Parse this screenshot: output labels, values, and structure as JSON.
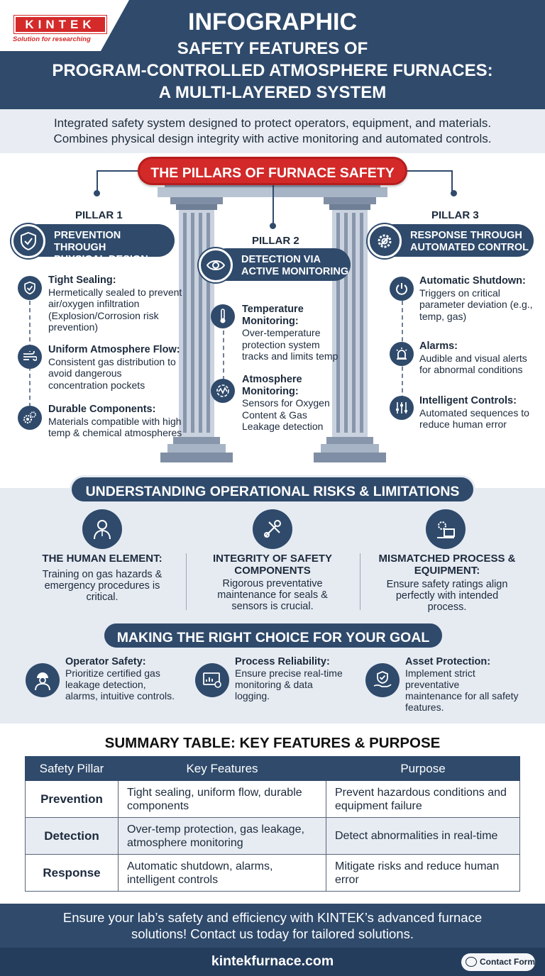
{
  "header": {
    "logo": "KINTEK",
    "tagline": "Solution for researching",
    "title_line1": "INFOGRAPHIC",
    "title_line2": "SAFETY FEATURES OF",
    "title_line3": "PROGRAM-CONTROLLED ATMOSPHERE FURNACES:",
    "title_line4": "A MULTI-LAYERED SYSTEM"
  },
  "intro": {
    "line1": "Integrated safety system designed to protect operators, equipment, and materials.",
    "line2": "Combines physical design integrity with active monitoring and automated controls."
  },
  "pillars": {
    "banner": "THE PILLARS OF FURNACE SAFETY",
    "p1": {
      "label": "PILLAR 1",
      "title1": "PREVENTION THROUGH",
      "title2": "PHYSICAL DESIGN",
      "features": [
        {
          "title": "Tight Sealing:",
          "text": "Hermetically sealed to prevent air/oxygen infiltration (Explosion/Corrosion risk prevention)",
          "icon": "shield-check-icon"
        },
        {
          "title": "Uniform Atmosphere Flow:",
          "text": "Consistent gas distribution to avoid dangerous concentration pockets",
          "icon": "wind-flow-icon"
        },
        {
          "title": "Durable Components:",
          "text": "Materials compatible with high temp & chemical atmospheres",
          "icon": "gears-icon"
        }
      ]
    },
    "p2": {
      "label": "PILLAR 2",
      "title1": "DETECTION VIA",
      "title2": "ACTIVE MONITORING",
      "features": [
        {
          "title": "Temperature Monitoring:",
          "text": "Over-temperature protection system tracks and limits temp",
          "icon": "thermometer-icon"
        },
        {
          "title": "Atmosphere Monitoring:",
          "text": "Sensors for Oxygen Content & Gas Leakage detection",
          "icon": "gas-sensor-icon"
        }
      ]
    },
    "p3": {
      "label": "PILLAR 3",
      "title1": "RESPONSE THROUGH",
      "title2": "AUTOMATED CONTROL",
      "features": [
        {
          "title": "Automatic Shutdown:",
          "text": "Triggers on critical parameter deviation (e.g., temp, gas)",
          "icon": "power-icon"
        },
        {
          "title": "Alarms:",
          "text": "Audible and visual alerts for abnormal conditions",
          "icon": "alarm-light-icon"
        },
        {
          "title": "Intelligent Controls:",
          "text": "Automated sequences to reduce human error",
          "icon": "sliders-icon"
        }
      ]
    }
  },
  "risks": {
    "heading": "UNDERSTANDING OPERATIONAL RISKS & LIMITATIONS",
    "items": [
      {
        "title": "THE HUMAN ELEMENT:",
        "text": "Training on gas hazards & emergency procedures is critical.",
        "icon": "operator-icon"
      },
      {
        "title": "INTEGRITY OF SAFETY COMPONENTS",
        "text": "Rigorous preventative maintenance for seals & sensors is crucial.",
        "icon": "tools-icon"
      },
      {
        "title": "MISMATCHED PROCESS & EQUIPMENT:",
        "text": "Ensure safety ratings align perfectly with intended process.",
        "icon": "process-equipment-icon"
      }
    ]
  },
  "goals": {
    "heading": "MAKING THE RIGHT CHOICE FOR YOUR GOAL",
    "items": [
      {
        "title": "Operator Safety:",
        "text": "Prioritize certified gas leakage detection, alarms, intuitive controls.",
        "icon": "hard-hat-worker-icon"
      },
      {
        "title": "Process Reliability:",
        "text": "Ensure precise real-time monitoring & data logging.",
        "icon": "monitor-chart-icon"
      },
      {
        "title": "Asset Protection:",
        "text": "Implement strict preventative maintenance for all safety features.",
        "icon": "hand-shield-icon"
      }
    ]
  },
  "table": {
    "title": "SUMMARY TABLE: KEY FEATURES & PURPOSE",
    "headers": [
      "Safety Pillar",
      "Key Features",
      "Purpose"
    ],
    "rows": [
      {
        "pillar": "Prevention",
        "features": "Tight sealing, uniform flow, durable components",
        "purpose": "Prevent hazardous conditions and equipment failure"
      },
      {
        "pillar": "Detection",
        "features": "Over-temp protection, gas leakage, atmosphere monitoring",
        "purpose": "Detect abnormalities in real-time"
      },
      {
        "pillar": "Response",
        "features": "Automatic shutdown, alarms, intelligent controls",
        "purpose": "Mitigate risks and reduce human error"
      }
    ]
  },
  "footer": {
    "cta_line1": "Ensure your lab’s safety and efficiency with KINTEK’s advanced furnace",
    "cta_line2": "solutions! Contact us today for tailored solutions.",
    "website": "kintekfurnace.com",
    "contact_button": "Contact Form"
  },
  "colors": {
    "navy": "#2f4a6b",
    "brand_red": "#d32929",
    "light_bg": "#e6ebf2"
  }
}
